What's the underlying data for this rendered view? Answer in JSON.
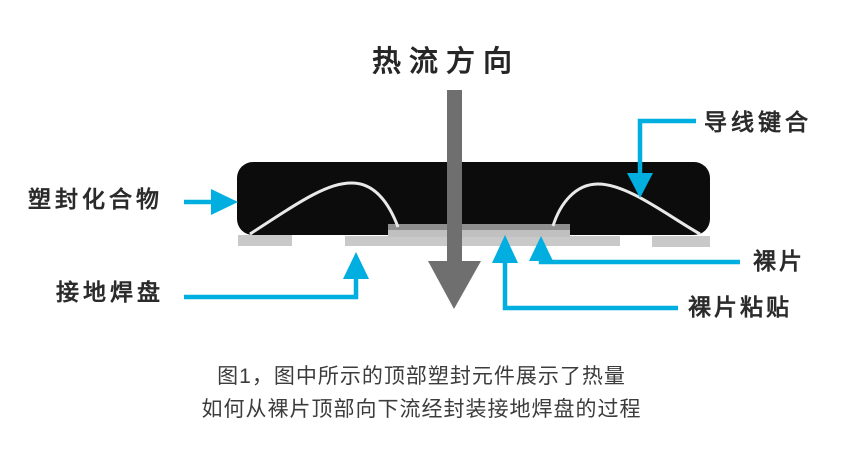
{
  "title": "热流方向",
  "labels": {
    "wire_bond": "导线键合",
    "molding_compound": "塑封化合物",
    "ground_pad": "接地焊盘",
    "die": "裸片",
    "die_attach": "裸片粘贴"
  },
  "caption": {
    "line1": "图1，图中所示的顶部塑封元件展示了热量",
    "line2": "如何从裸片顶部向下流经封装接地焊盘的过程"
  },
  "colors": {
    "callout_cyan": "#00aee0",
    "heat_arrow_gray": "#6f6f6f",
    "package_black": "#0c0c0c",
    "bond_wire_white": "#e9e9e9",
    "pad_light_gray": "#c9c9c9",
    "die_gray": "#8f8f8f",
    "die_attach_gray": "#c0c0c0",
    "label_text": "#2b2b2b",
    "caption_text": "#3c3c3c"
  }
}
